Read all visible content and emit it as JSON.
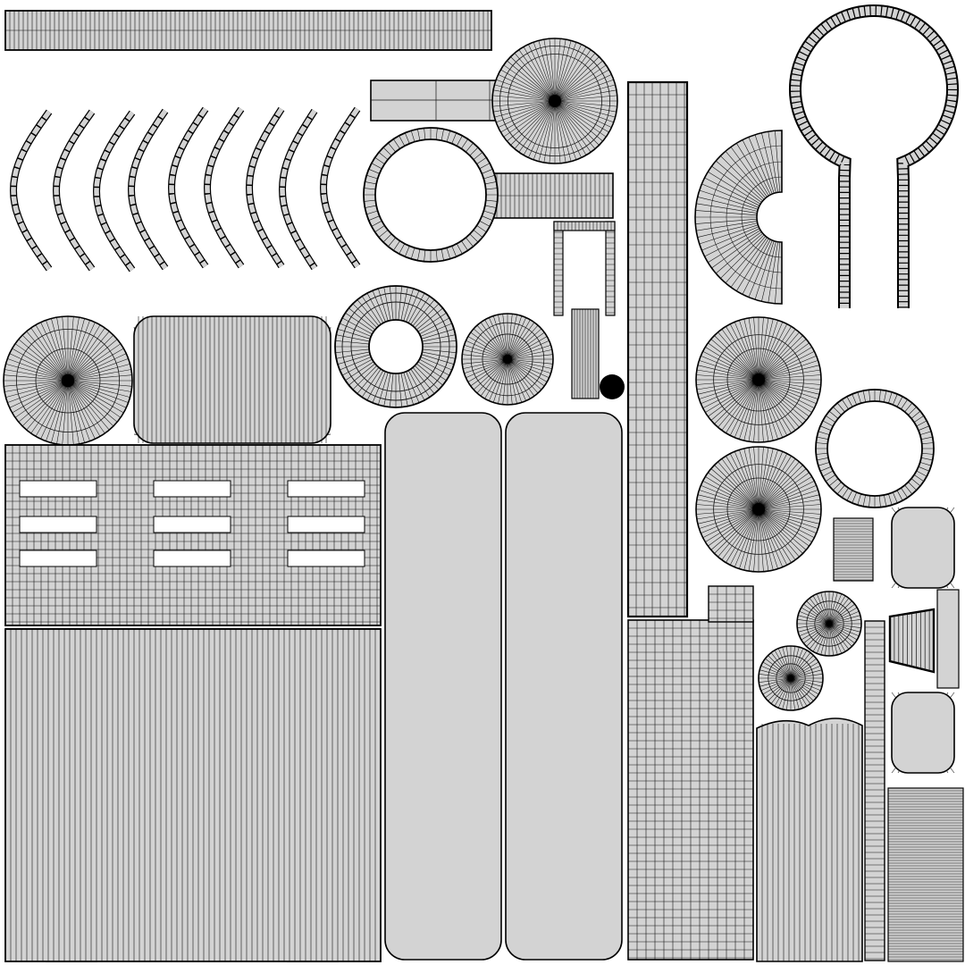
{
  "colors": {
    "background": "#ffffff",
    "island_fill": "#d3d3d3",
    "wire": "#141414",
    "outline": "#000000"
  },
  "shapes": {
    "fans": [
      {
        "name": "fan-disc-top-mid",
        "spokes": 72
      },
      {
        "name": "fan-disc-left",
        "spokes": 72
      },
      {
        "name": "fan-disc-small-center",
        "spokes": 60
      },
      {
        "name": "fan-disc-right-upper",
        "spokes": 80
      },
      {
        "name": "fan-disc-right-lower",
        "spokes": 80
      },
      {
        "name": "fan-disc-small-right",
        "spokes": 48
      },
      {
        "name": "fan-disc-tiny-right",
        "spokes": 48
      }
    ],
    "rings": [
      {
        "name": "ring-mid-top",
        "segments": 64
      },
      {
        "name": "ring-right-mid",
        "segments": 64
      },
      {
        "name": "ring-handle-loop",
        "segments": 64
      }
    ]
  }
}
